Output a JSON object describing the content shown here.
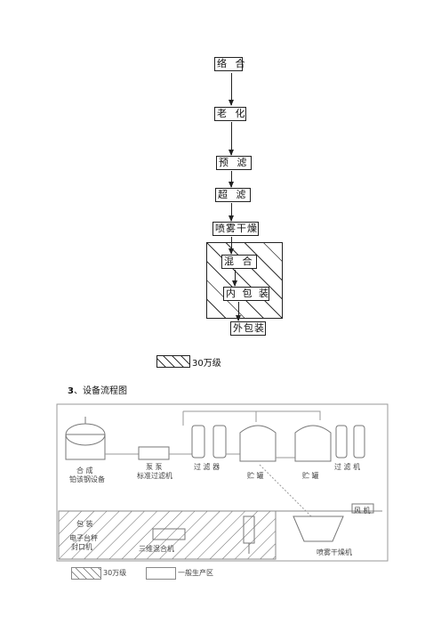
{
  "flow": {
    "steps": [
      "络 合",
      "老 化",
      "预 滤",
      "超 滤",
      "喷雾干燥",
      "混 合",
      "内 包 装",
      "外包装"
    ]
  },
  "legend_top": {
    "label": "30万级"
  },
  "section3": {
    "number": "3",
    "title": "、设备流程图"
  },
  "equipment": {
    "reactor": "合 成",
    "reactor_sub": "铂该钢设备",
    "pump": "泵 泵",
    "pump_sub": "标准过滤机",
    "prefilter": "过 滤 器",
    "tank1": "贮 罐",
    "tank2": "贮 罐",
    "ufilter": "过 滤 机",
    "packer_top": "包 装",
    "packer_mid": "电子台秤",
    "packer_bot": "封口机",
    "mixer": "三维混合机",
    "fan": "风 机",
    "dryer": "喷雾干燥机"
  },
  "legend_bottom": {
    "hatched": "30万级",
    "plain": "一般生产区"
  }
}
